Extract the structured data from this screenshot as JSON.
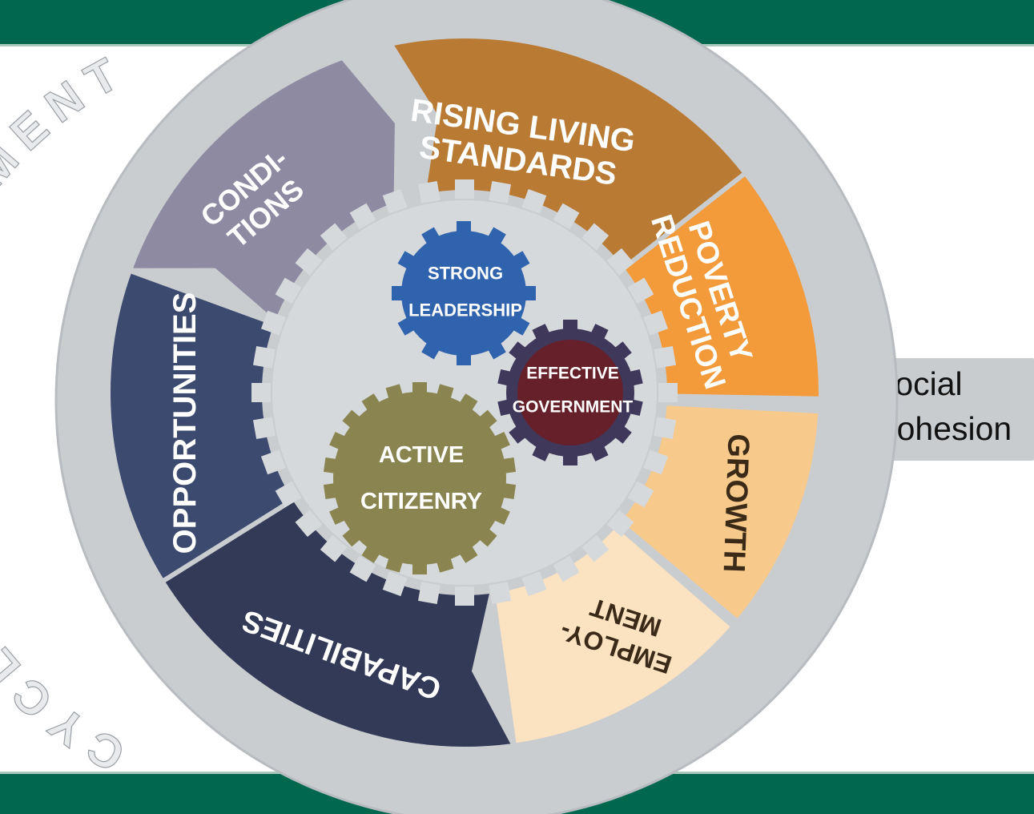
{
  "title": "CYCLE OF DEVELOPMENT",
  "segments": [
    {
      "id": "rising",
      "label": [
        "RISING LIVING",
        "STANDARDS"
      ],
      "color": "#b97a34"
    },
    {
      "id": "poverty",
      "label": [
        "POVERTY",
        "REDUCTION"
      ],
      "color": "#f39a3b"
    },
    {
      "id": "growth",
      "label": [
        "GROWTH"
      ],
      "color": "#f7c98a"
    },
    {
      "id": "employment",
      "label": [
        "EMPLOY-",
        "MENT"
      ],
      "color": "#fbe2c1"
    },
    {
      "id": "capabilities",
      "label": [
        "CAPABILITIES"
      ],
      "color": "#333a57"
    },
    {
      "id": "opportunities",
      "label": [
        "OPPORTUNITIES"
      ],
      "color": "#3c4a70"
    },
    {
      "id": "conditions",
      "label": [
        "CONDI-",
        "TIONS"
      ],
      "color": "#8e8aa2"
    }
  ],
  "gears": [
    {
      "id": "leadership",
      "label": [
        "STRONG",
        "LEADERSHIP"
      ],
      "color": "#2f63ad"
    },
    {
      "id": "government",
      "label": [
        "EFFECTIVE",
        "GOVERNMENT"
      ],
      "color": "#65202a",
      "outer_color": "#40385a"
    },
    {
      "id": "citizenry",
      "label": [
        "ACTIVE",
        "CITIZENRY"
      ],
      "color": "#8a8550"
    }
  ],
  "side_label": {
    "line1": "Social",
    "line2": "Cohesion"
  },
  "colors": {
    "band": "#01684f",
    "ring": "#cacdd0",
    "hub": "#d6d9dc"
  }
}
